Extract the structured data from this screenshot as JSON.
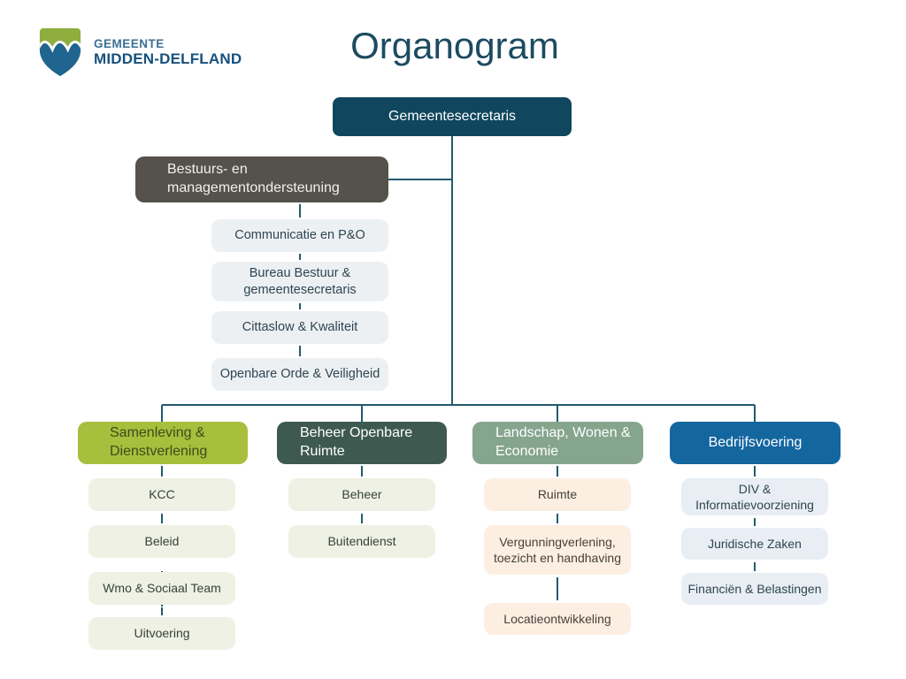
{
  "page": {
    "title": "Organogram"
  },
  "logo": {
    "line1": "GEMEENTE",
    "line2": "MIDDEN-DELFLAND",
    "shield_green": "#8fae3e",
    "shield_blue": "#20658f"
  },
  "root": {
    "label": "Gemeentesecretaris",
    "bg": "#10475e"
  },
  "staff": {
    "label": "Bestuurs- en managementondersteuning",
    "bg": "#55514b",
    "child_bg": "#edf0f3",
    "children": [
      "Communicatie en P&O",
      "Bureau Bestuur & gemeentesecretaris",
      "Cittaslow & Kwaliteit",
      "Openbare Orde & Veiligheid"
    ]
  },
  "columns": [
    {
      "header": "Samenleving & Dienstverlening",
      "header_bg": "#a7bf3c",
      "header_fg": "#3c4c1c",
      "child_bg": "#eef1e4",
      "children": [
        "KCC",
        "Beleid",
        "Wmo & Sociaal Team",
        "Uitvoering"
      ]
    },
    {
      "header": "Beheer Openbare Ruimte",
      "header_bg": "#3e5a50",
      "header_fg": "#ffffff",
      "child_bg": "#eef1e4",
      "children": [
        "Beheer",
        "Buitendienst"
      ]
    },
    {
      "header": "Landschap, Wonen & Economie",
      "header_bg": "#86a58d",
      "header_fg": "#ffffff",
      "child_bg": "#fcefe2",
      "children": [
        "Ruimte",
        "Vergunningverlening, toezicht en handhaving",
        "Locatieontwikkeling"
      ]
    },
    {
      "header": "Bedrijfsvoering",
      "header_bg": "#14669f",
      "header_fg": "#ffffff",
      "child_bg": "#e8eef4",
      "children": [
        "DIV & Informatievoorziening",
        "Juridische Zaken",
        "Financiën & Belastingen"
      ]
    }
  ],
  "colors": {
    "connector": "#235a6d",
    "title_text": "#1c4b61",
    "background": "#ffffff"
  }
}
